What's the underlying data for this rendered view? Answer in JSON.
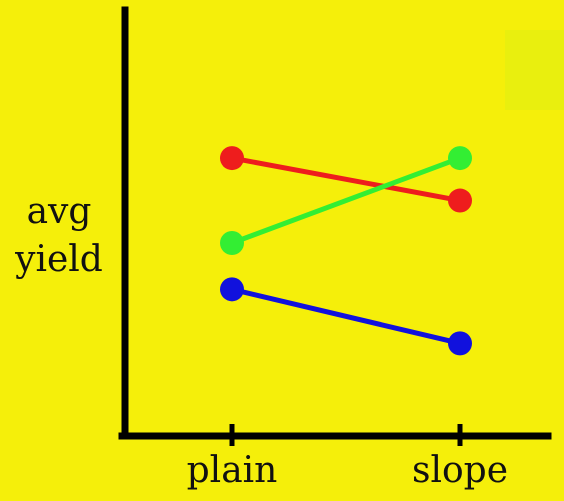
{
  "chart_data": {
    "type": "line",
    "categories": [
      "plain",
      "slope"
    ],
    "series": [
      {
        "color": "#ee1d1d",
        "values": [
          7.2,
          6.1
        ]
      },
      {
        "color": "#33ee33",
        "values": [
          5.0,
          7.2
        ]
      },
      {
        "color": "#1111dd",
        "values": [
          3.8,
          2.4
        ]
      }
    ],
    "xlabel": "",
    "ylabel_lines": [
      "avg",
      "yield"
    ],
    "ylim": [
      0,
      10
    ],
    "grid": false,
    "legend": "none",
    "y_ticks_shown": false,
    "background": "#f5ef0a",
    "axis_color": "#000000"
  }
}
